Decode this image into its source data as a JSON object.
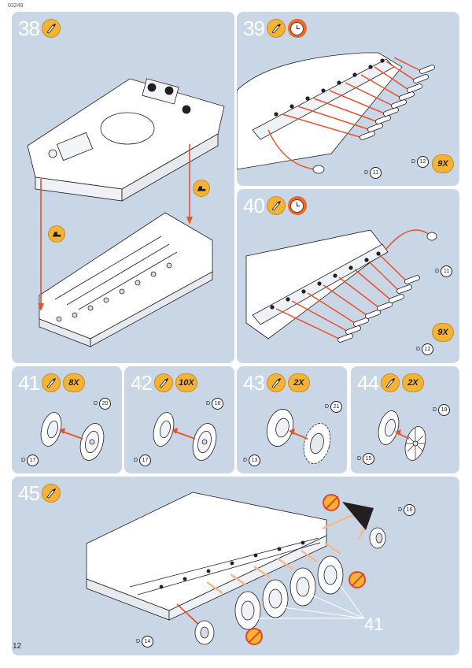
{
  "document": {
    "code": "03249",
    "page_number": "12"
  },
  "colors": {
    "panel": "#c9d6e6",
    "badge": "#f5b335",
    "arrow": "#e8512b",
    "arrow_light": "#f8b88a"
  },
  "steps": {
    "s38": {
      "number": "38",
      "icons": [
        "glue-icon"
      ]
    },
    "s39": {
      "number": "39",
      "icons": [
        "glue-icon",
        "drying-time-clock-icon"
      ],
      "count": "9X",
      "parts": [
        {
          "prefix": "D",
          "num": "11"
        },
        {
          "prefix": "D",
          "num": "12"
        }
      ]
    },
    "s40": {
      "number": "40",
      "icons": [
        "glue-icon",
        "drying-time-clock-icon"
      ],
      "count": "9X",
      "parts": [
        {
          "prefix": "D",
          "num": "11"
        },
        {
          "prefix": "D",
          "num": "12"
        }
      ]
    },
    "s41": {
      "number": "41",
      "count": "8X",
      "parts": [
        {
          "prefix": "D",
          "num": "20"
        },
        {
          "prefix": "D",
          "num": "17"
        }
      ]
    },
    "s42": {
      "number": "42",
      "count": "10X",
      "parts": [
        {
          "prefix": "D",
          "num": "18"
        },
        {
          "prefix": "D",
          "num": "17"
        }
      ]
    },
    "s43": {
      "number": "43",
      "count": "2X",
      "parts": [
        {
          "prefix": "D",
          "num": "21"
        },
        {
          "prefix": "D",
          "num": "13"
        }
      ]
    },
    "s44": {
      "number": "44",
      "count": "2X",
      "parts": [
        {
          "prefix": "D",
          "num": "19"
        },
        {
          "prefix": "D",
          "num": "15"
        }
      ]
    },
    "s45": {
      "number": "45",
      "parts": [
        {
          "prefix": "D",
          "num": "16"
        },
        {
          "prefix": "D",
          "num": "14"
        }
      ],
      "callout": "41"
    }
  }
}
